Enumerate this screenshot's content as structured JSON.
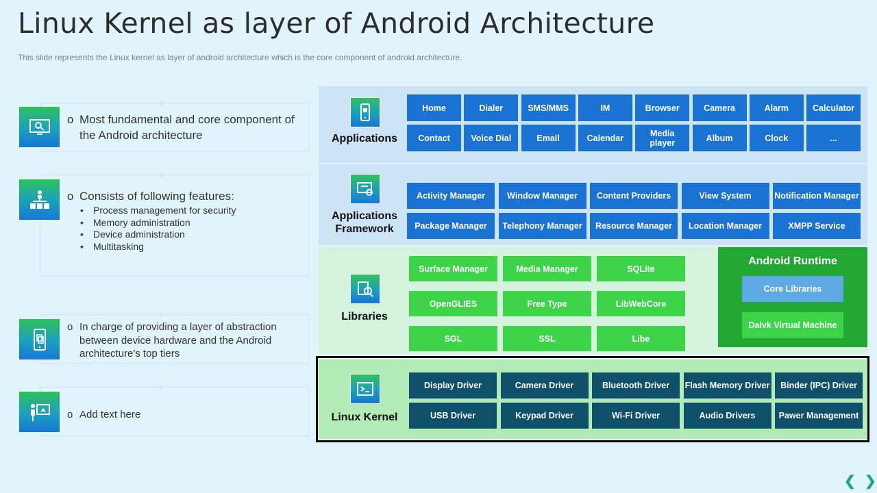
{
  "title": "Linux Kernel as layer of Android Architecture",
  "subtitle": "This slide represents the Linux kernel as layer of android architecture which is the core component  of android architecture.",
  "cards": [
    {
      "bullet": "o",
      "text": "Most fundamental and core component of the Android architecture"
    },
    {
      "bullet": "o",
      "text": "Consists of following features:",
      "items": [
        "Process management for security",
        "Memory administration",
        "Device administration",
        "Multitasking"
      ]
    },
    {
      "bullet": "o",
      "text": "In charge of providing a layer of abstraction between device hardware and the Android architecture's top tiers"
    },
    {
      "bullet": "o",
      "text": "Add text here"
    }
  ],
  "layers": {
    "applications": {
      "label": "Applications",
      "row1": [
        "Home",
        "Dialer",
        "SMS/MMS",
        "IM",
        "Browser",
        "Camera",
        "Alarm",
        "Calculator"
      ],
      "row2": [
        "Contact",
        "Voice Dial",
        "Email",
        "Calendar",
        "Media player",
        "Album",
        "Clock",
        "..."
      ]
    },
    "framework": {
      "label": "Applications Framework",
      "row1": [
        "Activity Manager",
        "Window Manager",
        "Content Providers",
        "View System",
        "Notification Manager"
      ],
      "row2": [
        "Package Manager",
        "Telephony Manager",
        "Resource Manager",
        "Location Manager",
        "XMPP Service"
      ]
    },
    "libraries": {
      "label": "Libraries",
      "row1": [
        "Surface Manager",
        "Media Manager",
        "SQLite"
      ],
      "row2": [
        "OpenGLIES",
        "Free Type",
        "LibWebCore"
      ],
      "row3": [
        "SGL",
        "SSL",
        "Libe"
      ]
    },
    "runtime": {
      "label": "Android Runtime",
      "items": [
        "Core Libraries",
        "Dalvk Virtual Machine"
      ]
    },
    "kernel": {
      "label": "Linux Kernel",
      "row1": [
        "Display Driver",
        "Camera Driver",
        "Bluetooth Driver",
        "Flash Memory Driver",
        "Binder (IPC) Driver"
      ],
      "row2": [
        "USB Driver",
        "Keypad Driver",
        "Wi-Fi Driver",
        "Audio Drivers",
        "Pawer Management"
      ]
    }
  },
  "nav": {
    "prev": "❮",
    "next": "❯"
  },
  "colors": {
    "background": "#e1f3fb",
    "apps_band": "#cce4f6",
    "libs_band": "#d5f3dc",
    "kernel_band": "#b2ebb6",
    "blue_button": "#1a73d3",
    "green_button": "#3dd44a",
    "teal_button": "#0e4f6a",
    "runtime": "#22a832"
  }
}
